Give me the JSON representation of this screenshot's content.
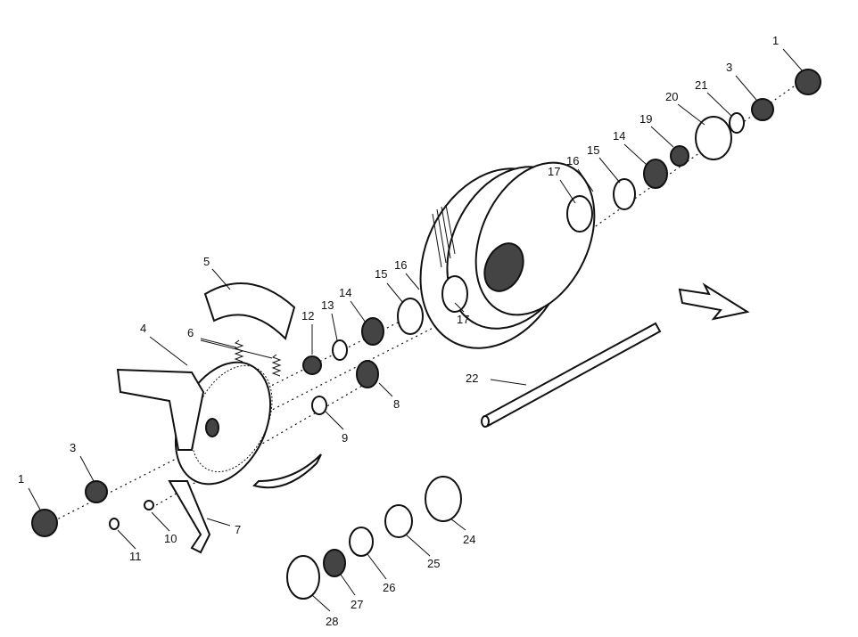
{
  "diagram": {
    "title": "Exploded view of front wheel hub and drum brake assembly",
    "labels": [
      "1",
      "3",
      "21",
      "20",
      "19",
      "14",
      "15",
      "16",
      "17",
      "5",
      "15",
      "16",
      "14",
      "13",
      "12",
      "17",
      "4",
      "6",
      "22",
      "8",
      "9",
      "3",
      "1",
      "7",
      "10",
      "11",
      "24",
      "25",
      "26",
      "27",
      "28"
    ]
  }
}
